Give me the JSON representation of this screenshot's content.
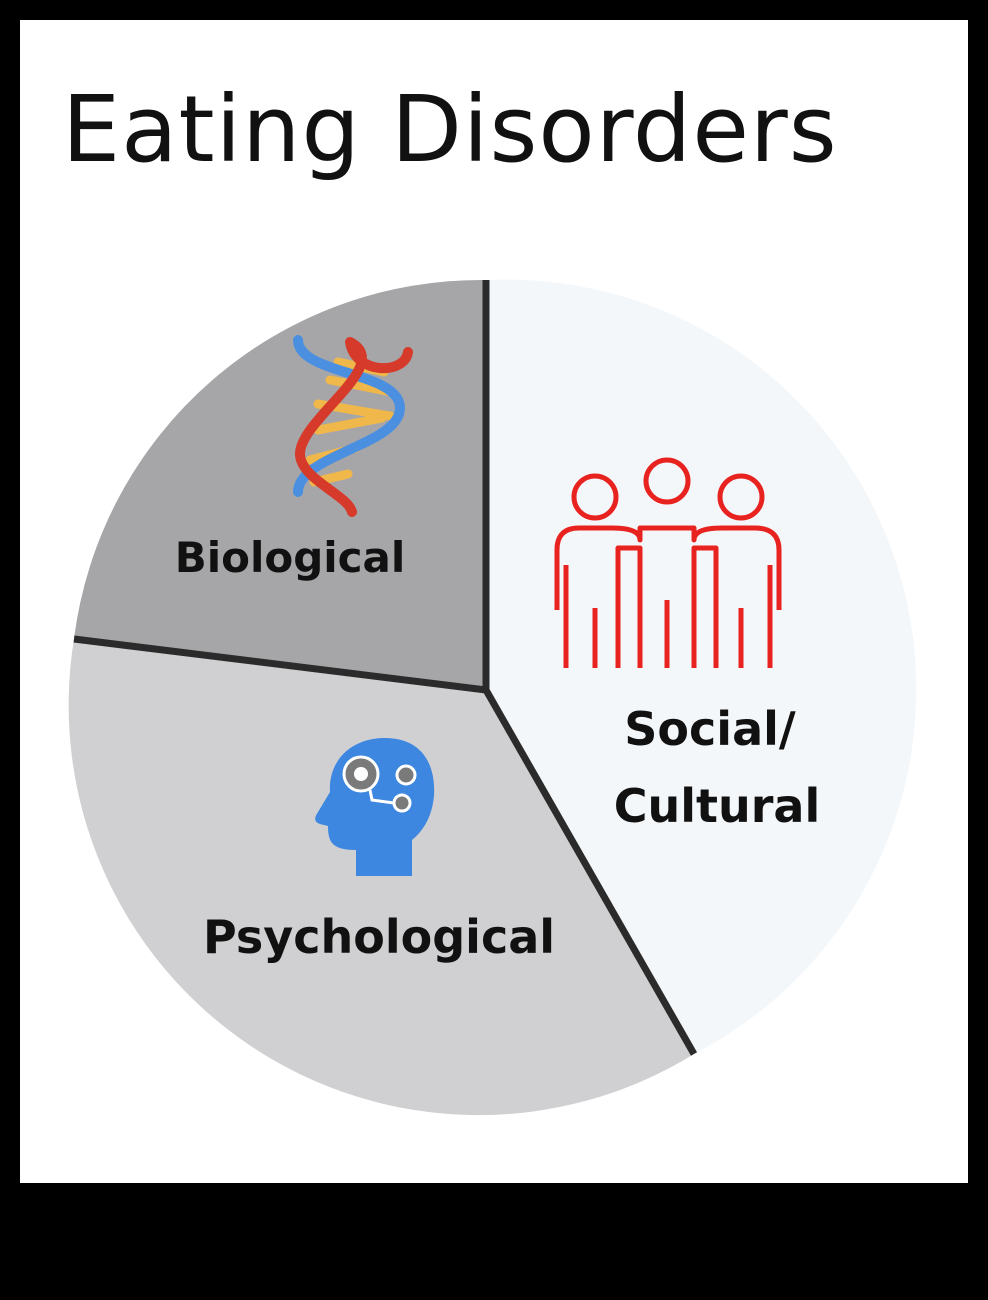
{
  "title": "Eating Disorders",
  "segments": [
    {
      "id": "social",
      "label_lines": [
        "Social/",
        "Cultural"
      ],
      "icon": "people-group-icon",
      "fill": "#f4f7fa"
    },
    {
      "id": "psychological",
      "label_lines": [
        "Psychological"
      ],
      "icon": "head-gears-icon",
      "fill": "#d0d0d2"
    },
    {
      "id": "biological",
      "label_lines": [
        "Biological"
      ],
      "icon": "dna-helix-icon",
      "fill": "#a6a6a8"
    }
  ],
  "colors": {
    "divider": "#2b2b2b",
    "people_icon": "#e8231f",
    "head_icon": "#3d87e0",
    "gear": "#7a7a7a",
    "dna_red": "#d63a2b",
    "dna_blue": "#4a8fe0",
    "dna_rung": "#f0b74a"
  }
}
